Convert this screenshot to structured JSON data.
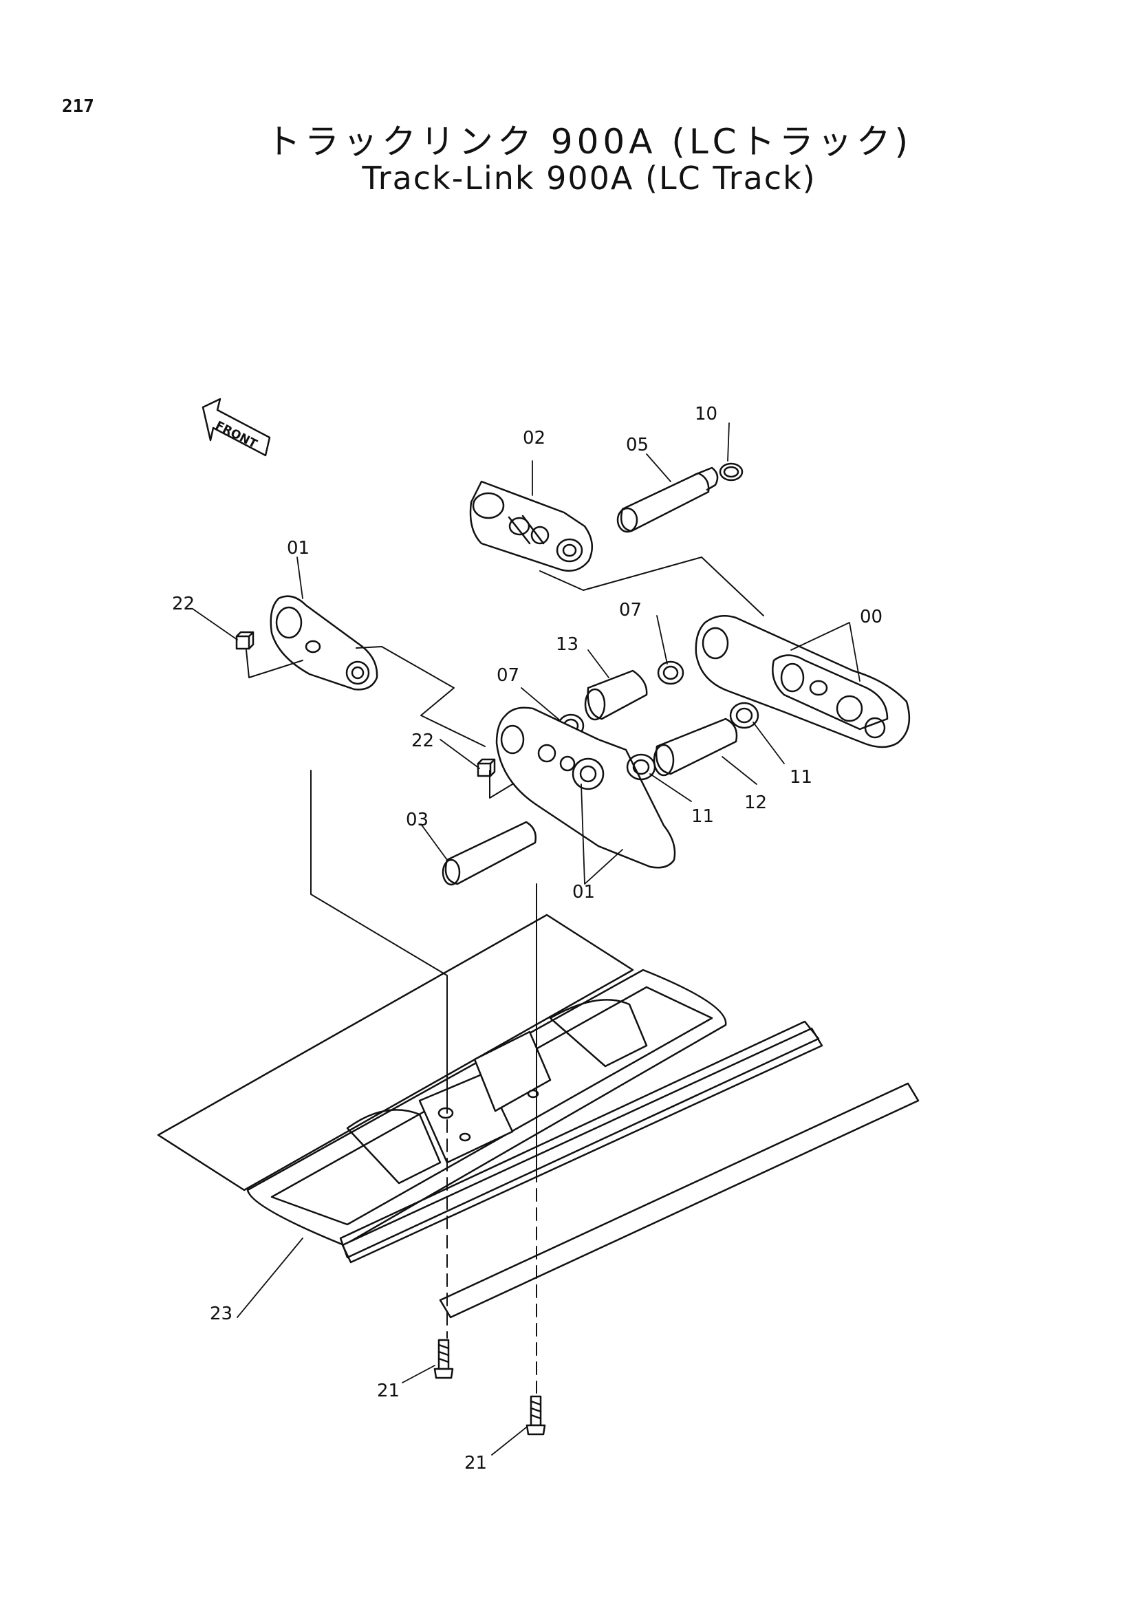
{
  "page_number": "217",
  "title_ja": "トラックリンク 900A (LCトラック)",
  "title_en": "Track-Link 900A (LC Track)",
  "front_label": "FRONT",
  "callouts": {
    "c02": "02",
    "c05": "05",
    "c10": "10",
    "c01_top": "01",
    "c22_top": "22",
    "c00": "00",
    "c07_right": "07",
    "c13": "13",
    "c07_left": "07",
    "c22_mid": "22",
    "c11_right": "11",
    "c12": "12",
    "c11_mid": "11",
    "c03": "03",
    "c01_bottom": "01",
    "c23": "23",
    "c21_left": "21",
    "c21_right": "21"
  }
}
